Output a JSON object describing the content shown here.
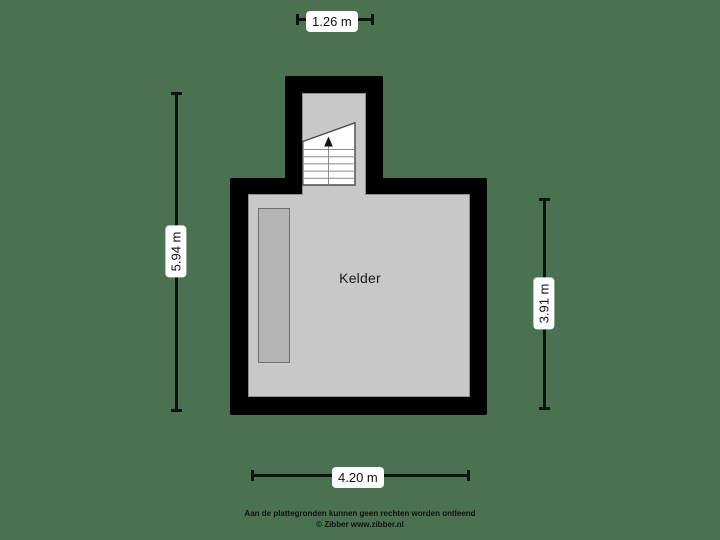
{
  "plan": {
    "background_color": "#4a7150",
    "wall_color": "#000000",
    "floor_color": "#c8c8c8",
    "fixture_color": "#b4b4b4",
    "room_label": "Kelder"
  },
  "dimensions": {
    "top": {
      "value": "1.26 m",
      "orientation": "horizontal"
    },
    "left": {
      "value": "5.94 m",
      "orientation": "vertical"
    },
    "right": {
      "value": "3.91 m",
      "orientation": "vertical"
    },
    "bottom": {
      "value": "4.20 m",
      "orientation": "horizontal"
    }
  },
  "stair": {
    "direction_icon": "up-arrow-icon",
    "step_count": 6
  },
  "footer": {
    "line1": "Aan de plattegronden kunnen geen rechten worden ontleend",
    "line2": "© Zibber www.zibber.nl"
  }
}
